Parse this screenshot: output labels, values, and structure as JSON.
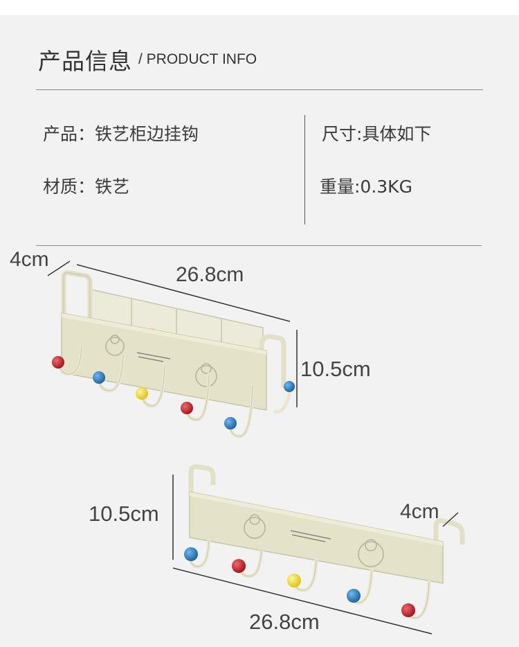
{
  "header": {
    "title_cn": "产品信息",
    "title_en": "/ PRODUCT INFO"
  },
  "info": {
    "product": "产品：铁艺柜边挂钩",
    "size": "尺寸:具体如下",
    "material": "材质：铁艺",
    "weight": "重量:0.3KG"
  },
  "figure_top": {
    "depth": "4cm",
    "width": "26.8cm",
    "height": "10.5cm"
  },
  "figure_bottom": {
    "height": "10.5cm",
    "depth": "4cm",
    "width": "26.8cm"
  },
  "colors": {
    "background": "#f2f2f2",
    "product_body": "#e6e6cf",
    "red": "#b3121c",
    "blue": "#1f6fb3",
    "yellow": "#f2d81d"
  }
}
